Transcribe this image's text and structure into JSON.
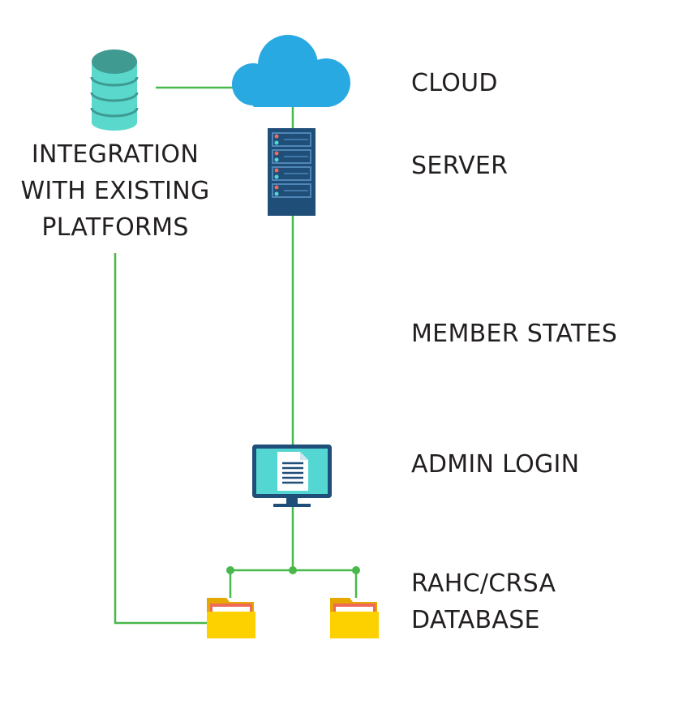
{
  "labels": {
    "cloud": "CLOUD",
    "server": "SERVER",
    "member_states": "MEMBER STATES",
    "admin_login": "ADMIN LOGIN",
    "database": [
      "RAHC/CRSA",
      "DATABASE"
    ],
    "integration": [
      "INTEGRATION",
      "WITH EXISTING",
      "PLATFORMS"
    ]
  },
  "colors": {
    "connector": "#49b84c",
    "cloud": "#29a9e1",
    "database_top": "#3f9a92",
    "database_body": "#5ad8cc",
    "server_body": "#1f4e79",
    "monitor_frame": "#1f4e79",
    "monitor_screen": "#54d7d2",
    "folder": "#fdd100",
    "folder_tab": "#ef6a57",
    "text": "#231f20"
  },
  "icons": [
    "database-icon",
    "cloud-icon",
    "server-icon",
    "monitor-icon",
    "folder-icon",
    "folder-icon"
  ]
}
